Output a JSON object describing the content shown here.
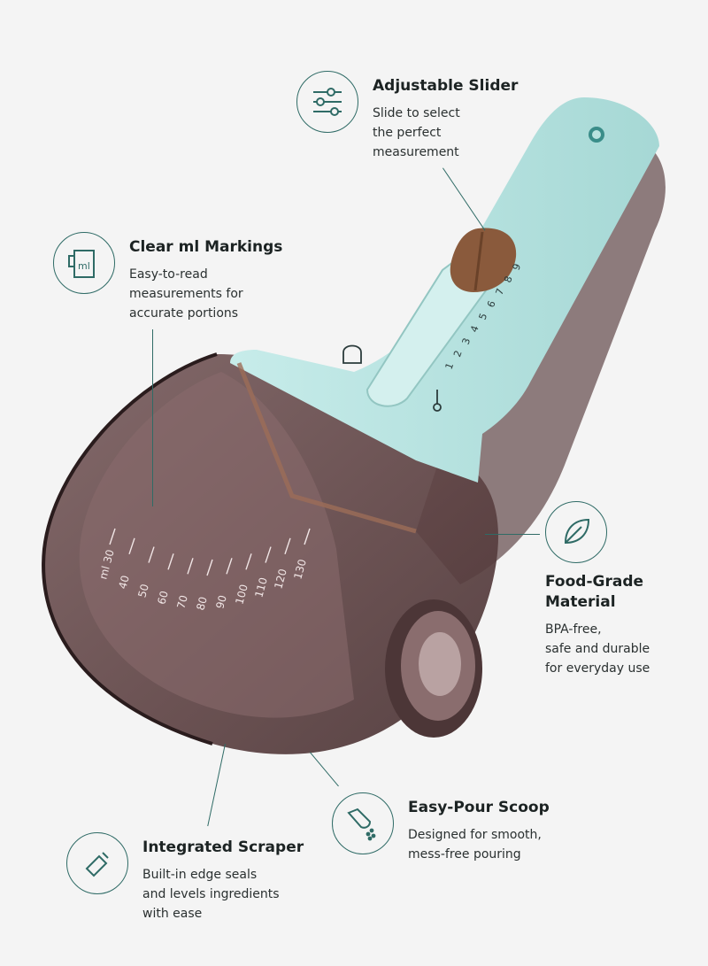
{
  "features": {
    "slider": {
      "title": "Adjustable Slider",
      "description": "Slide to select\nthe perfect\nmeasurement",
      "icon": "sliders-icon"
    },
    "markings": {
      "title": "Clear ml Markings",
      "description": "Easy-to-read\nmeasurements for\naccurate portions",
      "icon": "measuring-jug-icon",
      "icon_text": "ml"
    },
    "material": {
      "title": "Food-Grade\nMaterial",
      "description": "BPA-free,\nsafe and durable\nfor everyday use",
      "icon": "leaf-icon"
    },
    "pour": {
      "title": "Easy-Pour Scoop",
      "description": "Designed for smooth,\nmess-free pouring",
      "icon": "pouring-scoop-icon"
    },
    "scraper": {
      "title": "Integrated Scraper",
      "description": "Built-in edge seals\nand levels ingredients\nwith ease",
      "icon": "scraper-icon"
    }
  },
  "product": {
    "handle_scale": [
      "1",
      "2",
      "3",
      "4",
      "5",
      "6",
      "7",
      "8",
      "9"
    ],
    "bowl_scale": [
      "ml 30",
      "40",
      "50",
      "60",
      "70",
      "80",
      "90",
      "100",
      "110",
      "120",
      "130"
    ],
    "colors": {
      "handle": "#b9e3e0",
      "scoop": "#6b4f50",
      "slider": "#8a5a3c",
      "accent": "#2f6b66",
      "background": "#f4f4f4"
    }
  }
}
